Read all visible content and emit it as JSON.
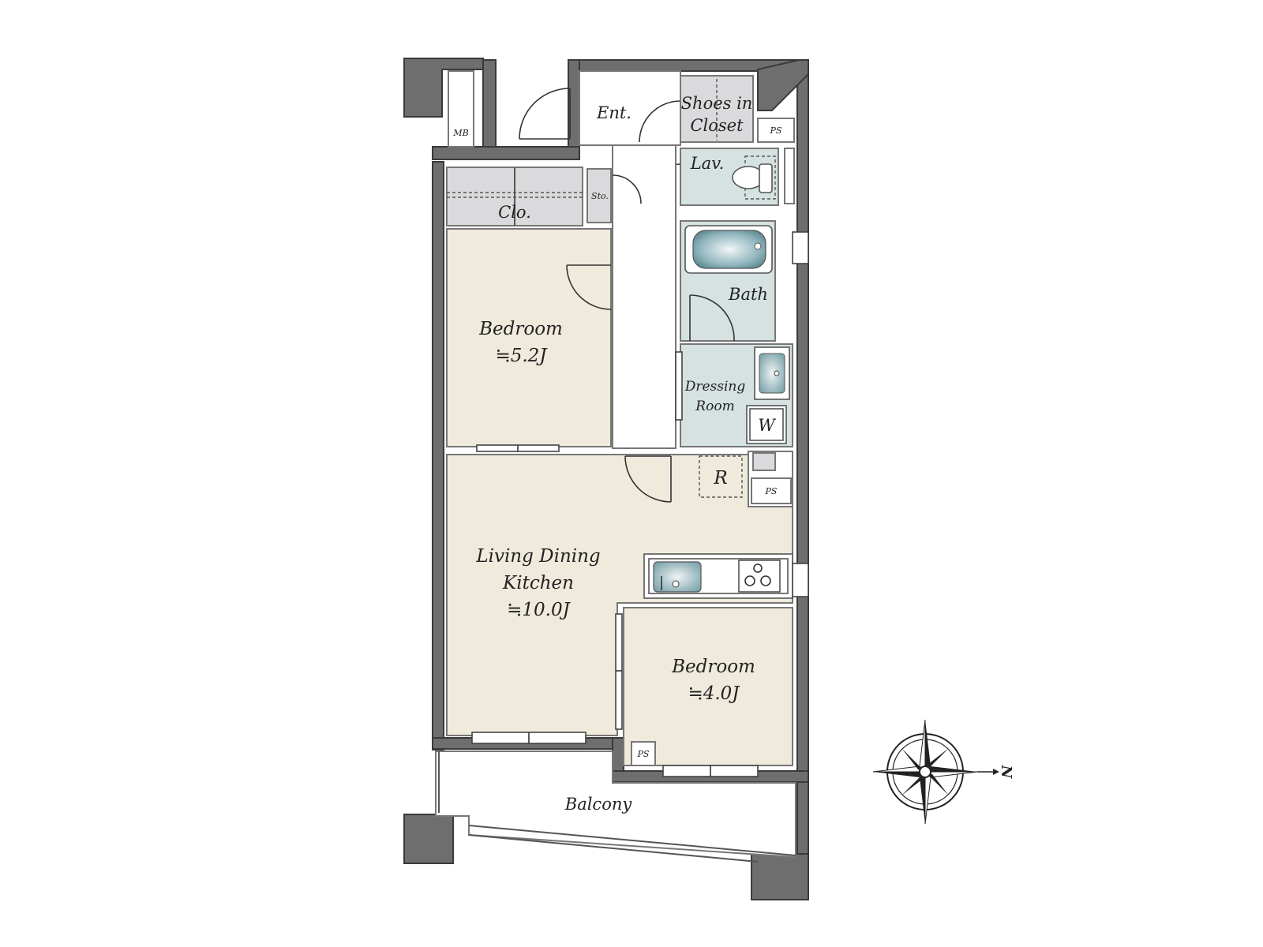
{
  "rooms": {
    "entrance": "Ent.",
    "shoes_closet_line1": "Shoes in",
    "shoes_closet_line2": "Closet",
    "lavatory": "Lav.",
    "storage": "Sto.",
    "closet": "Clo.",
    "bedroom_1_name": "Bedroom",
    "bedroom_1_size": "≒5.2J",
    "bath": "Bath",
    "dressing_room_line1": "Dressing",
    "dressing_room_line2": "Room",
    "washer": "W",
    "refrigerator": "R",
    "ldk_line1": "Living Dining",
    "ldk_line2": "Kitchen",
    "ldk_size": "≒10.0J",
    "bedroom_2_name": "Bedroom",
    "bedroom_2_size": "≒4.0J",
    "balcony": "Balcony",
    "meter_box": "MB",
    "pipe_space": "PS"
  },
  "compass": {
    "direction": "N"
  },
  "colors": {
    "wall": "#6e6e6e",
    "living_floor": "#efeadc",
    "wet_floor": "#d6e1e1",
    "storage_floor": "#dadadd",
    "fixture_blue": "#8fb5bd"
  }
}
